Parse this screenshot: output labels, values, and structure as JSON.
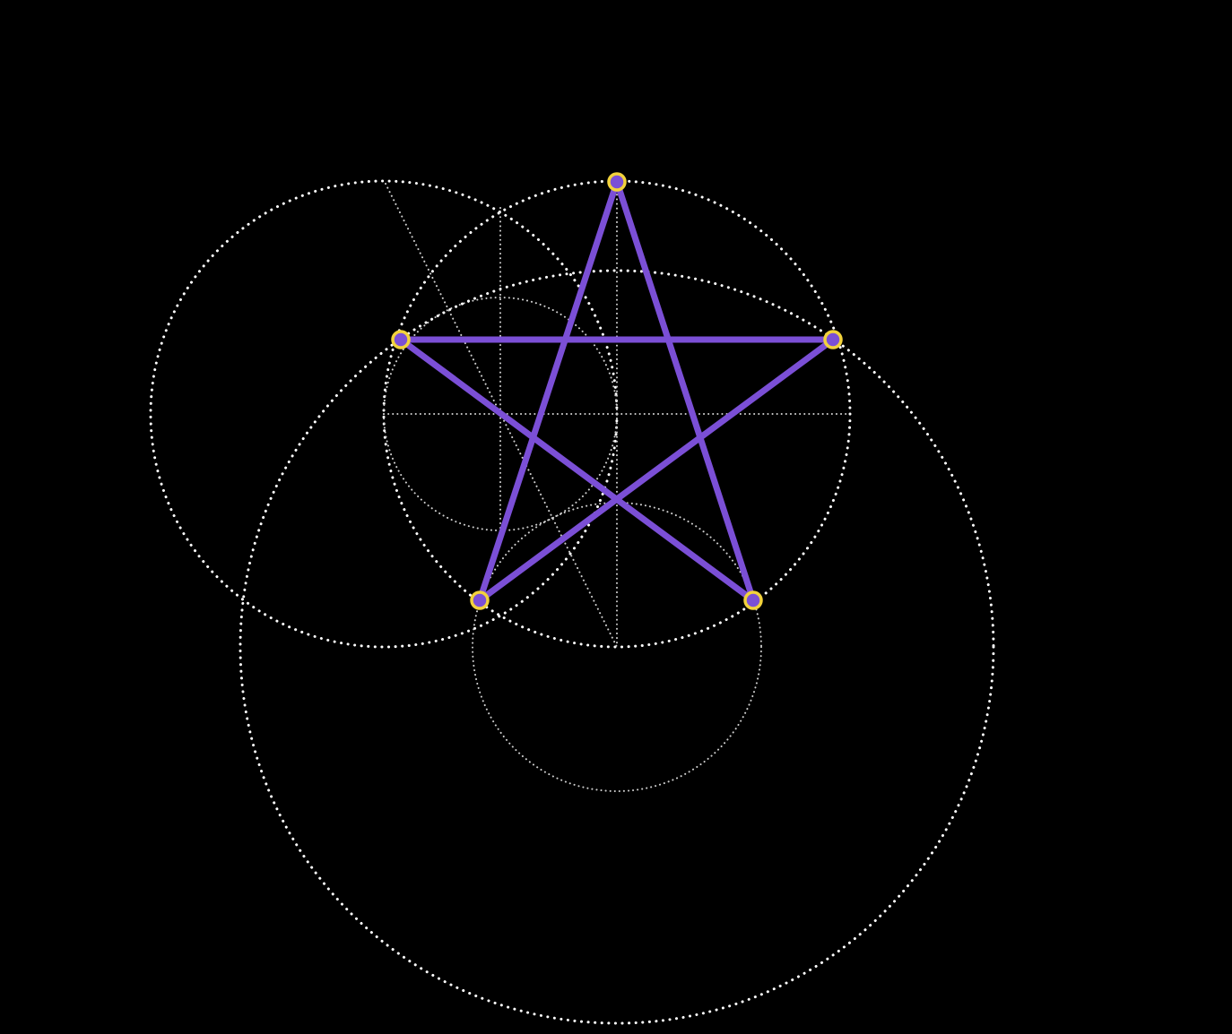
{
  "diagram": {
    "kind": "pentagram-construction",
    "colors": {
      "background": "#000000",
      "star": "#7B4FD6",
      "vertex_ring": "#F2D23C",
      "vertex_fill": "#7B4FD6",
      "guide_major": "#FFFFFF",
      "guide_minor": "#CFCFCF"
    },
    "star_path_order": [
      "top",
      "bottom-left",
      "right",
      "left",
      "bottom-right"
    ],
    "vertex_names": [
      "top",
      "right",
      "bottom-right",
      "bottom-left",
      "left"
    ],
    "guides": {
      "circles": [
        "circle-left",
        "circle-main",
        "circle-small-upper",
        "circle-small-lower",
        "circle-large"
      ],
      "lines": [
        "vertical-axis",
        "horizontal-axis",
        "vertical-offset",
        "diagonal"
      ]
    }
  }
}
